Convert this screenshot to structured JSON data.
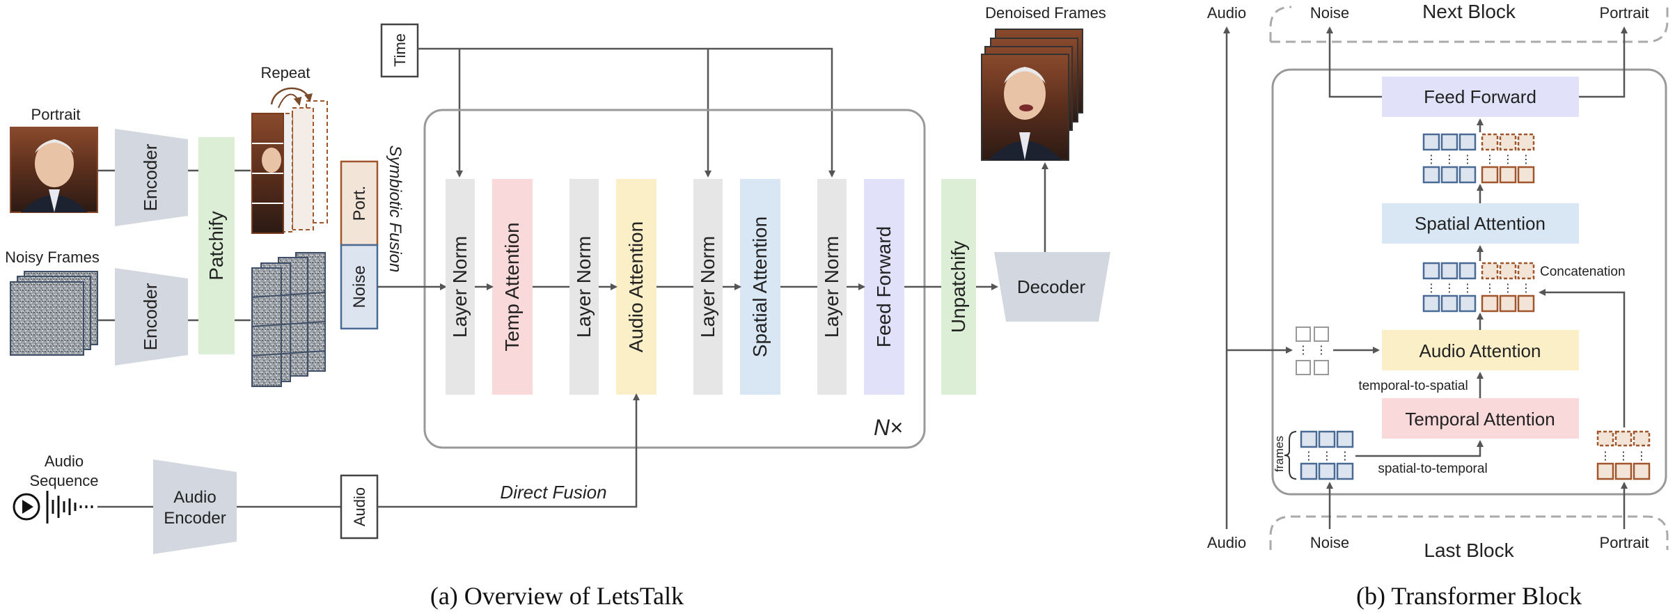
{
  "overview": {
    "caption": "(a) Overview of LetsTalk",
    "portrait_label": "Portrait",
    "noisy_frames_label": "Noisy Frames",
    "encoder_label": "Encoder",
    "patchify_label": "Patchify",
    "repeat_label": "Repeat",
    "port_token_label": "Port.",
    "noise_token_label": "Noise",
    "symbiotic_fusion_label": "Symbiotic Fusion",
    "time_label": "Time",
    "audio_sequence_label_line1": "Audio",
    "audio_sequence_label_line2": "Sequence",
    "audio_encoder_line1": "Audio",
    "audio_encoder_line2": "Encoder",
    "audio_token_label": "Audio",
    "direct_fusion_label": "Direct Fusion",
    "block_repeat_label": "N×",
    "layers": [
      {
        "label": "Layer Norm",
        "color": "#e6e6e6"
      },
      {
        "label": "Temp Attention",
        "color": "#f9d9d9"
      },
      {
        "label": "Layer Norm",
        "color": "#e6e6e6"
      },
      {
        "label": "Audio Attention",
        "color": "#fbefc7"
      },
      {
        "label": "Layer Norm",
        "color": "#e6e6e6"
      },
      {
        "label": "Spatial Attention",
        "color": "#d9e7f4"
      },
      {
        "label": "Layer Norm",
        "color": "#e6e6e6"
      },
      {
        "label": "Feed Forward",
        "color": "#e1e1fa"
      }
    ],
    "unpatchify_label": "Unpatchify",
    "decoder_label": "Decoder",
    "denoised_frames_label": "Denoised Frames"
  },
  "transformer": {
    "caption": "(b) Transformer Block",
    "next_block_label": "Next Block",
    "last_block_label": "Last Block",
    "audio_top_label": "Audio",
    "noise_top_label": "Noise",
    "portrait_top_label": "Portrait",
    "audio_bottom_label": "Audio",
    "noise_bottom_label": "Noise",
    "portrait_bottom_label": "Portrait",
    "feed_forward_label": "Feed Forward",
    "spatial_attention_label": "Spatial Attention",
    "audio_attention_label": "Audio Attention",
    "temporal_attention_label": "Temporal Attention",
    "concatenation_label": "Concatenation",
    "temporal_to_spatial_label": "temporal-to-spatial",
    "spatial_to_temporal_label": "spatial-to-temporal",
    "frames_label": "frames"
  },
  "colors": {
    "blue_token": "#4a6a96",
    "orange_token": "#a0552a",
    "encoder_fill": "#d3d8e0",
    "patchify_fill": "#dcefd6"
  }
}
